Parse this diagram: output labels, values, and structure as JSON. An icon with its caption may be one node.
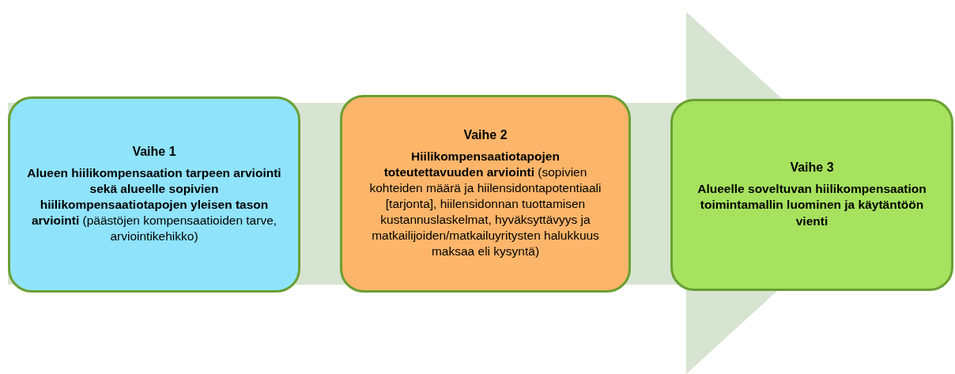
{
  "diagram": {
    "nodes": [
      {
        "text": [
          "Vaihe 1",
          "**Alueen hiilikompensaation tarpeen arviointi sekä alueelle sopivien hiilikompensaatiotapojen yleisen tason arviointi** (päästöjen kompensaatioiden tarve, arviointikehikko)"
        ]
      },
      {
        "text": [
          "Vaihe 2",
          "**Hiilikompensaatiotapojen toteutettavuuden arviointi** (sopivien kohteiden määrä ja hiilensidontapotentiaali [tarjonta], hiilensidonnan tuottamisen kustannuslaskelmat, hyväksyttävyys ja matkailijoiden/matkailuyritysten halukkuus maksaa eli kysyntä)"
        ]
      },
      {
        "text": [
          "Vaihe 3",
          "Alueelle soveltuvan hiilikompensaation toimintamallin luominen ja käytäntöön vienti"
        ]
      }
    ],
    "edges": [
      {
        "from": 0,
        "to": 2,
        "arrow": "to"
      }
    ]
  }
}
